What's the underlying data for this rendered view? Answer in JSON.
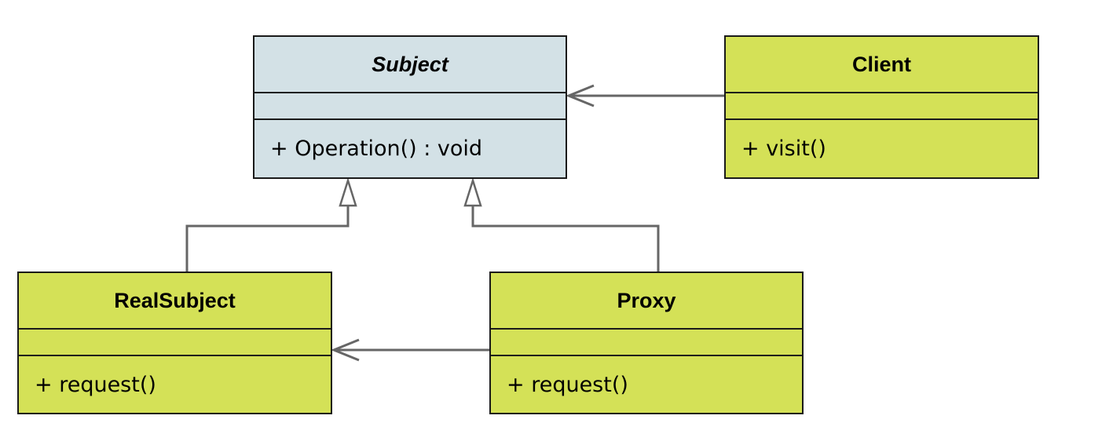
{
  "diagram": {
    "classes": {
      "subject": {
        "name": "Subject",
        "abstract": true,
        "operations": [
          "+ Operation() : void"
        ]
      },
      "client": {
        "name": "Client",
        "operations": [
          "+ visit()"
        ]
      },
      "real_subject": {
        "name": "RealSubject",
        "operations": [
          "+ request()"
        ]
      },
      "proxy": {
        "name": "Proxy",
        "operations": [
          "+ request()"
        ]
      }
    },
    "relationships": [
      {
        "from": "Client",
        "to": "Subject",
        "kind": "association"
      },
      {
        "from": "RealSubject",
        "to": "Subject",
        "kind": "generalization"
      },
      {
        "from": "Proxy",
        "to": "Subject",
        "kind": "generalization"
      },
      {
        "from": "Proxy",
        "to": "RealSubject",
        "kind": "association"
      }
    ],
    "colors": {
      "interface_fill": "#d3e1e6",
      "class_fill": "#d4e157",
      "border": "#1a1a1a",
      "connector": "#666666"
    }
  }
}
